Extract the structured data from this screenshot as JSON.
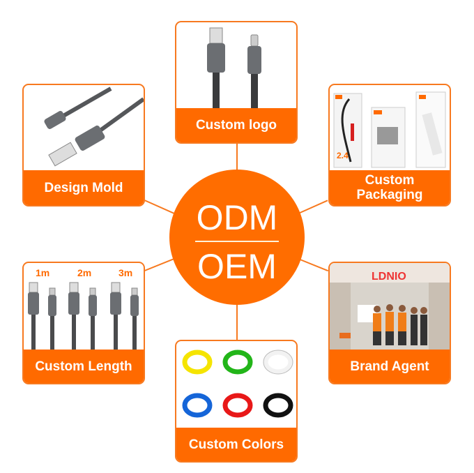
{
  "center": {
    "top": "ODM",
    "bottom": "OEM"
  },
  "cards": {
    "custom_logo": "Custom logo",
    "design_mold": "Design Mold",
    "custom_packaging": "Custom Packaging",
    "custom_length": "Custom Length",
    "brand_agent": "Brand Agent",
    "custom_colors": "Custom Colors"
  },
  "lengths": [
    "1m",
    "2m",
    "3m"
  ],
  "colors": {
    "accent": "#ff6a00",
    "cable_colors": [
      "#f5e400",
      "#22b519",
      "#f2f2f2",
      "#1565d8",
      "#e81818",
      "#111111"
    ]
  }
}
